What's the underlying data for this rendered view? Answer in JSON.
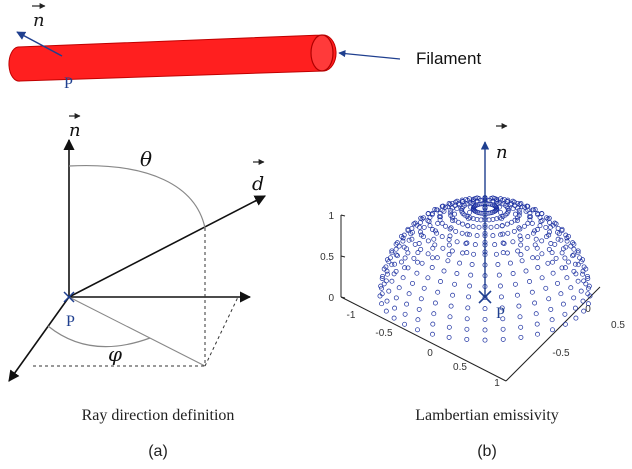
{
  "filament": {
    "label": "Filament",
    "normal_symbol": "n",
    "point_label": "P",
    "color": "#ff1f1f"
  },
  "panel_a": {
    "normal_symbol": "n",
    "direction_symbol": "d",
    "theta_symbol": "θ",
    "phi_symbol": "φ",
    "point_label": "P",
    "caption": "Ray direction definition",
    "panel_label": "(a)"
  },
  "panel_b": {
    "normal_symbol": "n",
    "point_label": "P",
    "caption": "Lambertian emissivity",
    "panel_label": "(b)",
    "marker_color": "#1a2ea0",
    "z_ticks": [
      "0",
      "0.5",
      "1"
    ],
    "x_ticks": [
      "-1",
      "-0.5",
      "0",
      "0.5",
      "1"
    ],
    "y_ticks": [
      "-0.5",
      "0",
      "0.5"
    ]
  }
}
